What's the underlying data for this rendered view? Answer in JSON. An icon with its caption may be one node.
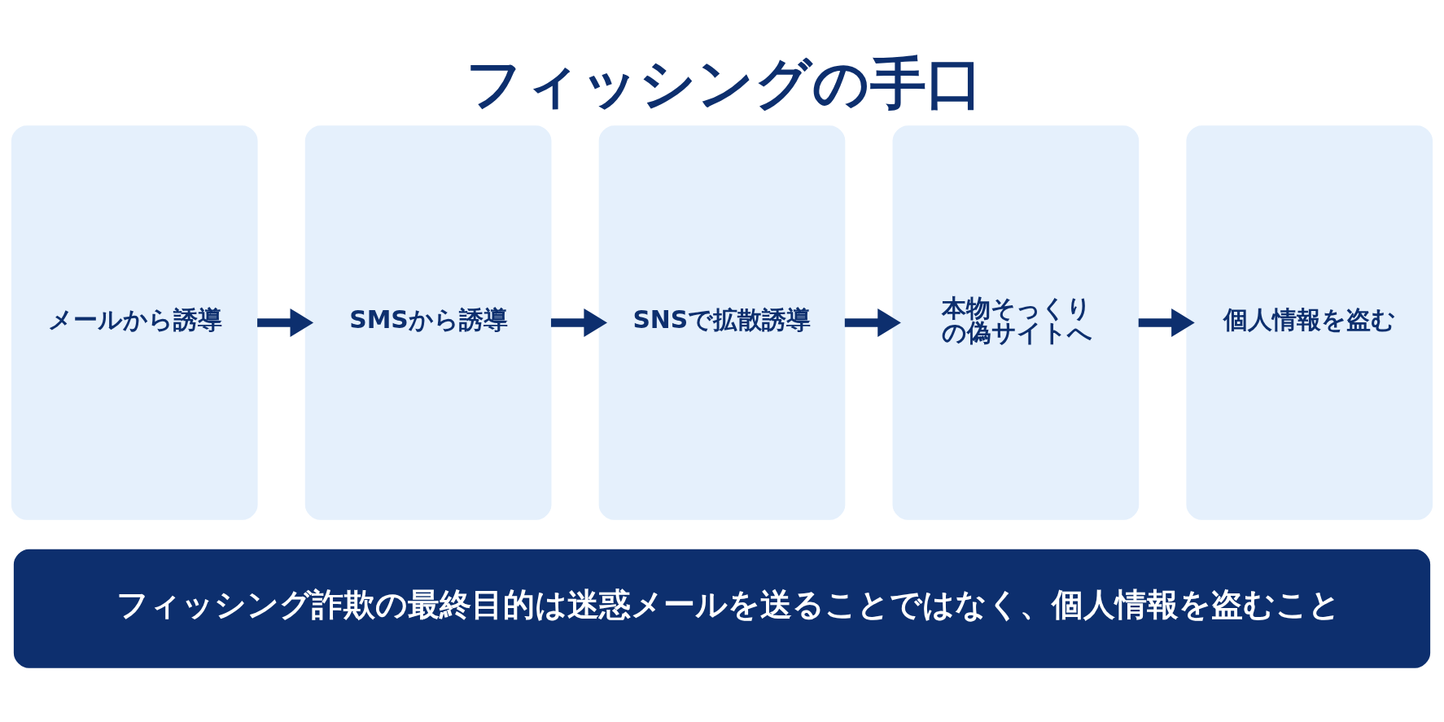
{
  "diagram": {
    "title": "フィッシングの手口",
    "nodes": [
      {
        "text": [
          "メールから誘導"
        ]
      },
      {
        "text": [
          "SMSから誘導"
        ]
      },
      {
        "text": [
          "SNSで拡散誘導"
        ]
      },
      {
        "text": [
          "本物そっくりの偽サイトへ"
        ]
      },
      {
        "text": [
          "個人情報を盗む"
        ]
      },
      {
        "text": [
          "フィッシング詐欺の最終目的は迷惑メールを送ることではなく、個人情報を盗むこと"
        ]
      }
    ],
    "edges": [
      {
        "from": 0,
        "to": 1,
        "arrow": "to"
      },
      {
        "from": 1,
        "to": 2,
        "arrow": "to"
      },
      {
        "from": 2,
        "to": 3,
        "arrow": "to"
      },
      {
        "from": 3,
        "to": 4,
        "arrow": "to"
      }
    ]
  }
}
